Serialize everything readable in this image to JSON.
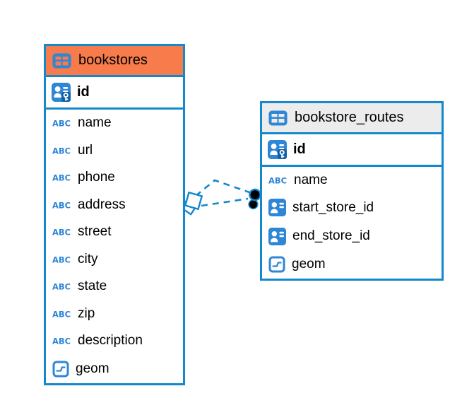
{
  "diagram": {
    "background": "#ffffff",
    "accent_blue": "#1388cc",
    "icon_blue": "#2e86d6",
    "key_patch_blue": "#1160a8"
  },
  "tables": [
    {
      "name": "bookstores",
      "header_color": "#f87b4b",
      "icon": "table-icon",
      "primary_key": {
        "name": "id",
        "icon": "user-key-icon"
      },
      "columns": [
        {
          "name": "name",
          "icon": "text-abc-icon"
        },
        {
          "name": "url",
          "icon": "text-abc-icon"
        },
        {
          "name": "phone",
          "icon": "text-abc-icon"
        },
        {
          "name": "address",
          "icon": "text-abc-icon"
        },
        {
          "name": "street",
          "icon": "text-abc-icon"
        },
        {
          "name": "city",
          "icon": "text-abc-icon"
        },
        {
          "name": "state",
          "icon": "text-abc-icon"
        },
        {
          "name": "zip",
          "icon": "text-abc-icon"
        },
        {
          "name": "description",
          "icon": "text-abc-icon"
        },
        {
          "name": "geom",
          "icon": "geometry-icon"
        }
      ]
    },
    {
      "name": "bookstore_routes",
      "header_color": "#ececec",
      "icon": "table-icon",
      "primary_key": {
        "name": "id",
        "icon": "user-key-icon"
      },
      "columns": [
        {
          "name": "name",
          "icon": "text-abc-icon"
        },
        {
          "name": "start_store_id",
          "icon": "user-icon"
        },
        {
          "name": "end_store_id",
          "icon": "user-icon"
        },
        {
          "name": "geom",
          "icon": "geometry-icon"
        }
      ]
    }
  ],
  "relationships": [
    {
      "from": "bookstores",
      "to": "bookstore_routes",
      "style": "dashed",
      "from_marker": "diamond",
      "to_marker": "filled-circle"
    },
    {
      "from": "bookstores",
      "to": "bookstore_routes",
      "style": "dashed",
      "from_marker": "diamond",
      "to_marker": "filled-circle"
    }
  ]
}
